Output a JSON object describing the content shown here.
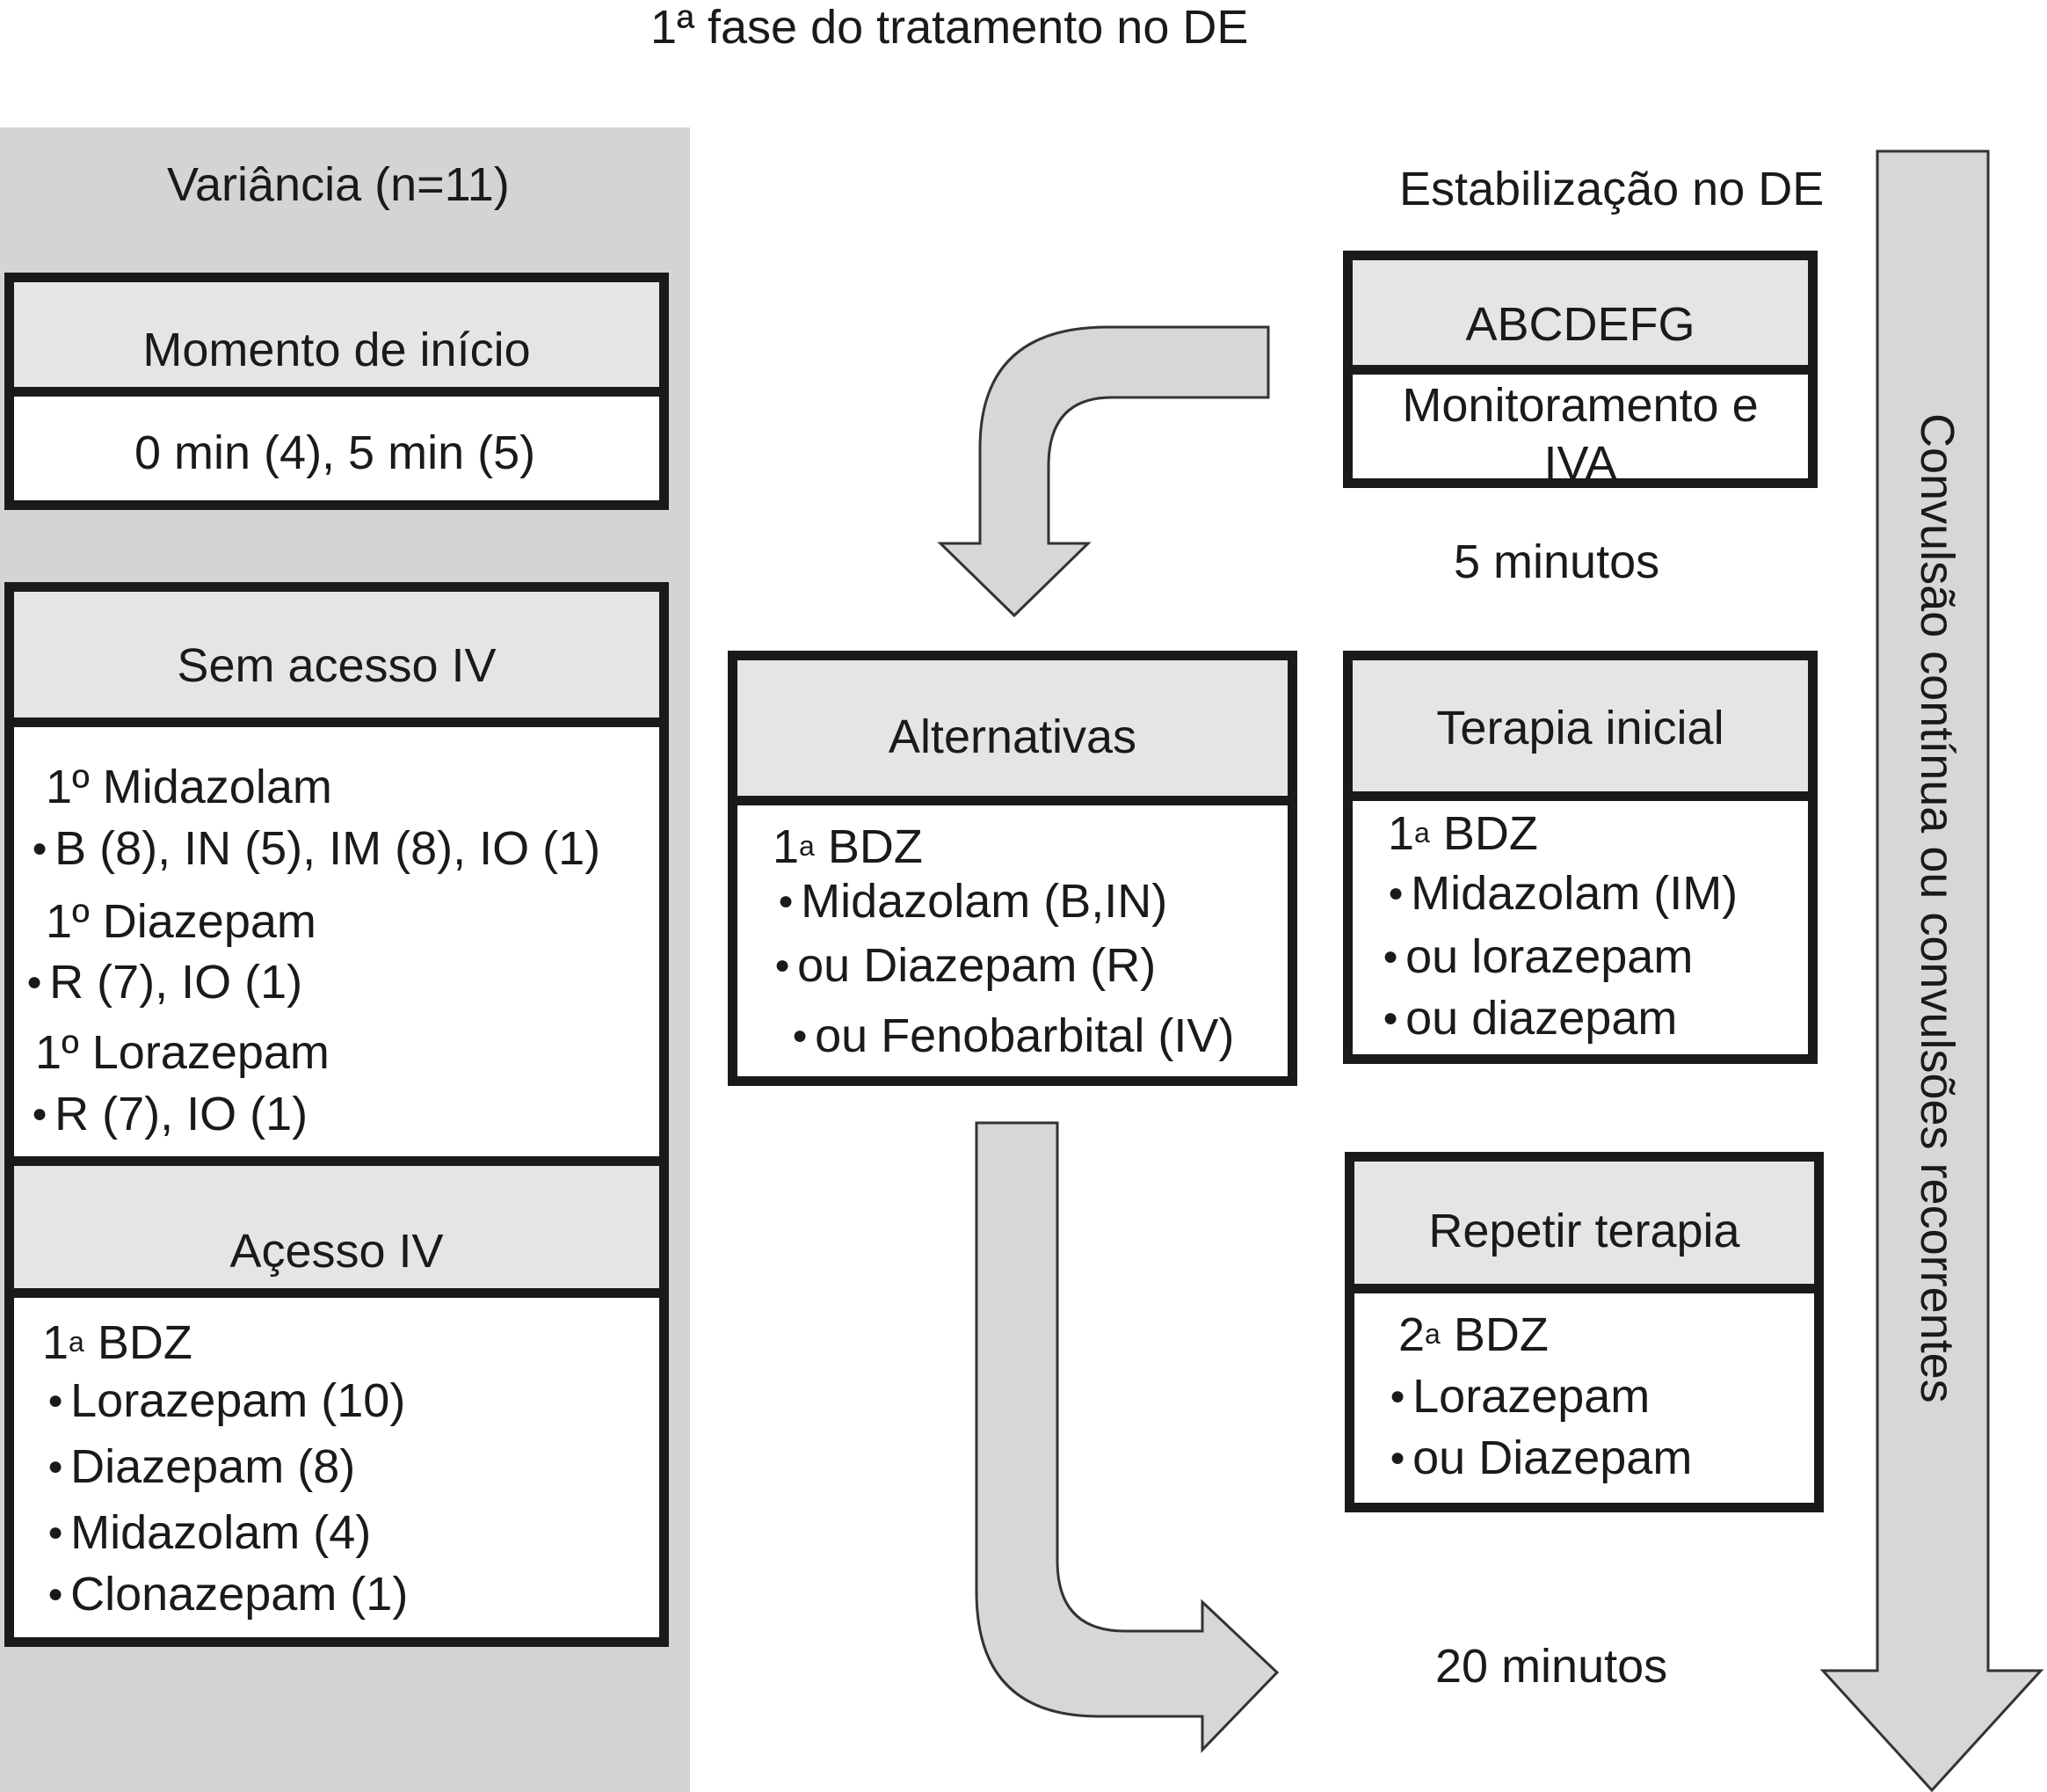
{
  "title": "1ª fase do tratamento no DE",
  "left": {
    "header": "Variância (n=11)",
    "onset": {
      "title": "Momento de início",
      "value": "0 min (4), 5 min (5)"
    },
    "no_iv": {
      "title": "Sem acesso IV",
      "lines": [
        "1º Midazolam",
        "B (8), IN (5), IM (8), IO (1)",
        "1º Diazepam",
        "R (7), IO (1)",
        "1º Lorazepam",
        "R (7), IO (1)"
      ]
    },
    "iv": {
      "title": "Açesso IV",
      "lines": [
        "1ª BDZ",
        "Lorazepam (10)",
        "Diazepam (8)",
        "Midazolam (4)",
        "Clonazepam (1)"
      ]
    }
  },
  "alternatives": {
    "title": "Alternativas",
    "lines": [
      "1ª BDZ",
      "Midazolam (B,IN)",
      "ou Diazepam (R)",
      "ou Fenobarbital (IV)"
    ]
  },
  "right": {
    "header": "Estabilização no DE",
    "stabilization": {
      "title": "ABCDEFG",
      "body": "Monitoramento e IVA"
    },
    "time_5": "5 minutos",
    "initial": {
      "title": "Terapia inicial",
      "lines": [
        "1ª BDZ",
        "Midazolam (IM)",
        "ou lorazepam",
        "ou diazepam"
      ]
    },
    "repeat": {
      "title": "Repetir terapia",
      "lines": [
        "2ª BDZ",
        "Lorazepam",
        "ou Diazepam"
      ]
    },
    "time_20": "20 minutos"
  },
  "arrow_label": "Convulsão contínua ou convulsões recorrentes"
}
